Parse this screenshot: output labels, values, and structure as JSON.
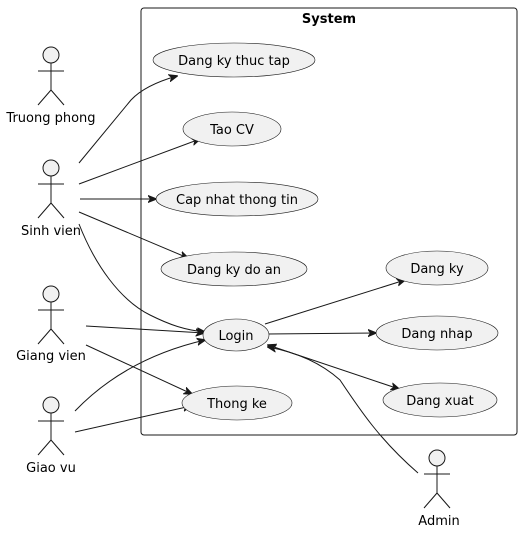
{
  "system": {
    "title": "System"
  },
  "actors": {
    "truong_phong": "Truong phong",
    "sinh_vien": "Sinh vien",
    "giang_vien": "Giang vien",
    "giao_vu": "Giao vu",
    "admin": "Admin"
  },
  "use_cases": {
    "dang_ky_thuc_tap": "Dang ky thuc tap",
    "tao_cv": "Tao CV",
    "cap_nhat_thong_tin": "Cap nhat thong tin",
    "dang_ky_do_an": "Dang ky do an",
    "login": "Login",
    "thong_ke": "Thong ke",
    "dang_ky": "Dang ky",
    "dang_nhap": "Dang nhap",
    "dang_xuat": "Dang xuat"
  },
  "colors": {
    "use_case_fill": "#f1f1f1",
    "stroke": "#181818",
    "background": "#ffffff"
  }
}
